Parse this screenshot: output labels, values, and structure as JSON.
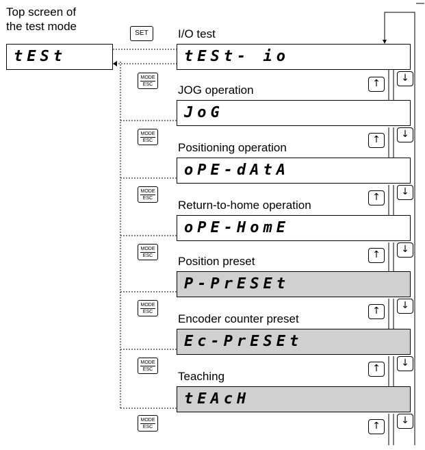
{
  "top": {
    "title_line1": "Top screen of",
    "title_line2": "the test mode",
    "display": "tESt",
    "set_key": "SET"
  },
  "mode_key": {
    "top": "MODE",
    "bottom": "ESC"
  },
  "arrow_keys": {
    "up": "↑",
    "down": "↓"
  },
  "items": [
    {
      "label": "I/O test",
      "display": "tESt- io",
      "gray": false
    },
    {
      "label": "JOG operation",
      "display": "JoG",
      "gray": false
    },
    {
      "label": "Positioning operation",
      "display": "oPE-dAtA",
      "gray": false
    },
    {
      "label": "Return-to-home operation",
      "display": "oPE-HomE",
      "gray": false
    },
    {
      "label": "Position preset",
      "display": "P-PrESEt",
      "gray": true
    },
    {
      "label": "Encoder counter preset",
      "display": "Ec-PrESEt",
      "gray": true
    },
    {
      "label": "Teaching",
      "display": "tEAcH",
      "gray": true
    }
  ]
}
